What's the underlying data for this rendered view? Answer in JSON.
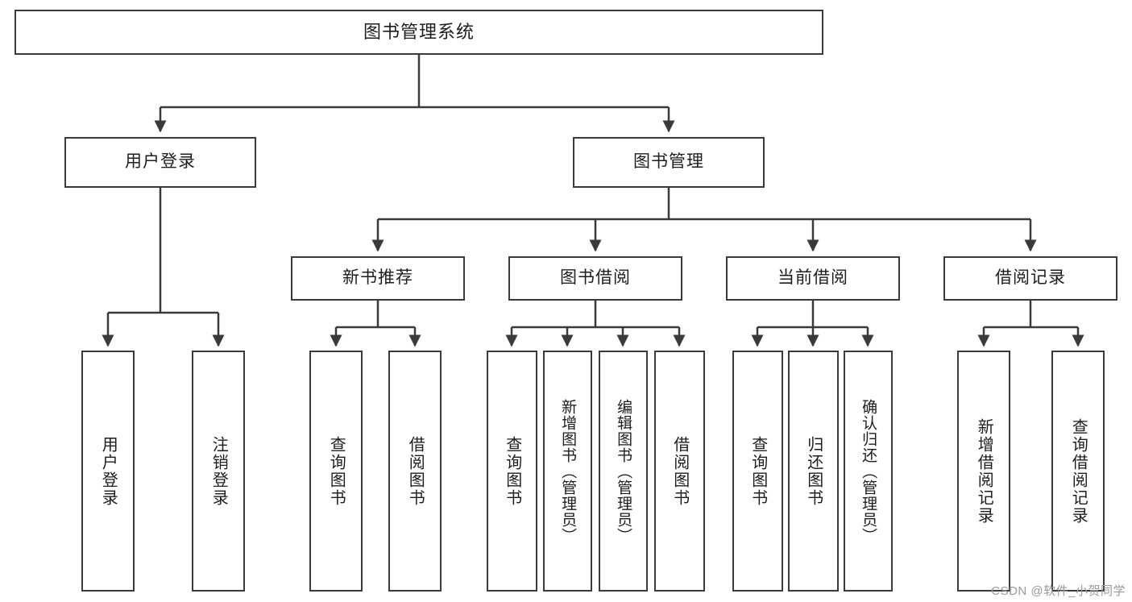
{
  "diagram": {
    "type": "tree",
    "title": "图书管理系统",
    "orientation": "top-down",
    "background_color": "#ffffff",
    "line_color": "#3a3a3a",
    "text_color": "#1d1d1d",
    "nodes": {
      "root": {
        "label": "图书管理系统"
      },
      "level1": [
        {
          "id": "user-login",
          "label": "用户登录"
        },
        {
          "id": "book-manage",
          "label": "图书管理"
        }
      ],
      "level2": [
        {
          "id": "new-book-recommend",
          "label": "新书推荐"
        },
        {
          "id": "book-borrow",
          "label": "图书借阅"
        },
        {
          "id": "current-borrow",
          "label": "当前借阅"
        },
        {
          "id": "borrow-record",
          "label": "借阅记录"
        }
      ],
      "leaves": {
        "user_login": [
          {
            "id": "leaf-user-login",
            "label": "用户登录"
          },
          {
            "id": "leaf-logout-login",
            "label": "注销登录"
          }
        ],
        "new_book_recommend": [
          {
            "id": "leaf-query-book-1",
            "label": "查询图书"
          },
          {
            "id": "leaf-borrow-book-1",
            "label": "借阅图书"
          }
        ],
        "book_borrow": [
          {
            "id": "leaf-query-book-2",
            "label": "查询图书"
          },
          {
            "id": "leaf-add-book",
            "label": "新增图书（管理员）"
          },
          {
            "id": "leaf-edit-book",
            "label": "编辑图书（管理员）"
          },
          {
            "id": "leaf-borrow-book-2",
            "label": "借阅图书"
          }
        ],
        "current_borrow": [
          {
            "id": "leaf-query-book-3",
            "label": "查询图书"
          },
          {
            "id": "leaf-return-book",
            "label": "归还图书"
          },
          {
            "id": "leaf-confirm-return",
            "label": "确认归还（管理员）"
          }
        ],
        "borrow_record": [
          {
            "id": "leaf-add-record",
            "label": "新增借阅记录"
          },
          {
            "id": "leaf-query-record",
            "label": "查询借阅记录"
          }
        ]
      }
    }
  },
  "watermark": {
    "text": "CSDN @软件_小贺同学"
  }
}
